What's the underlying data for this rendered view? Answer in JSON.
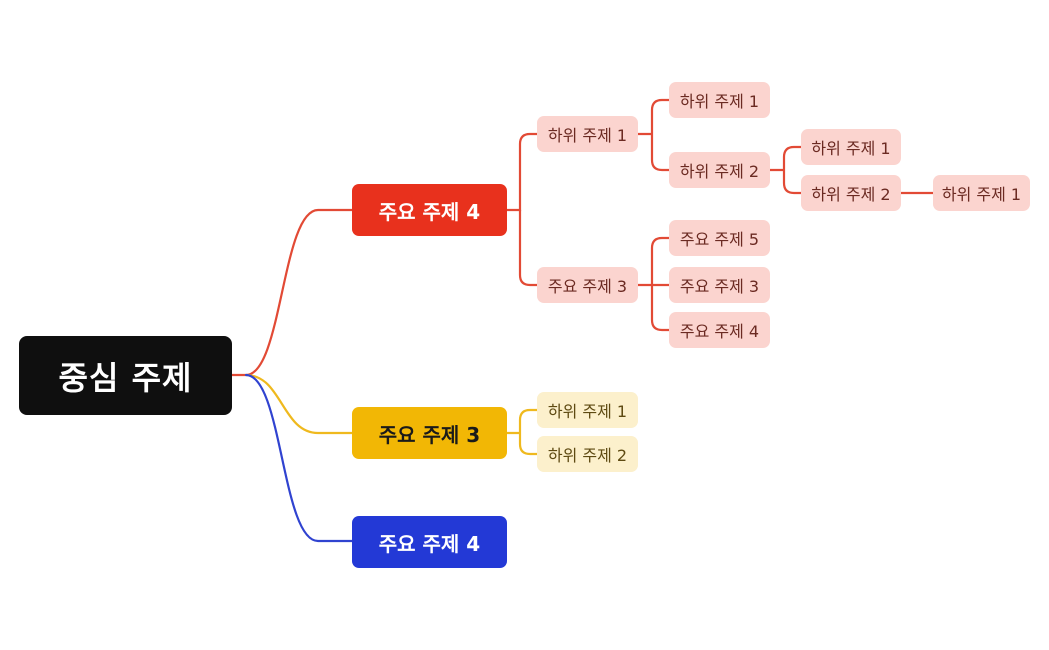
{
  "colors": {
    "background": "#ffffff",
    "central_bg": "#0f0f0f",
    "central_text": "#ffffff",
    "branch_red": "#e8311d",
    "branch_red_line": "#e24a35",
    "branch_yellow": "#f2b705",
    "branch_yellow_line": "#efb91e",
    "branch_blue": "#2339d6",
    "branch_blue_line": "#3043d0",
    "sub_red_bg": "#fbd4cf",
    "sub_red_text": "#6b2a22",
    "sub_yellow_bg": "#fcf0cc",
    "sub_yellow_text": "#5e4a12",
    "main_text_light": "#ffffff",
    "main_text_dark": "#1a1a1a"
  },
  "central": {
    "label": "중심 주제"
  },
  "main_topics": [
    {
      "id": "m1",
      "label": "주요 주제 4"
    },
    {
      "id": "m2",
      "label": "주요 주제 3"
    },
    {
      "id": "m3",
      "label": "주요 주제 4"
    }
  ],
  "sub_topics": [
    {
      "id": "s1",
      "label": "하위 주제 1"
    },
    {
      "id": "s1a",
      "label": "하위 주제 1"
    },
    {
      "id": "s1b",
      "label": "하위 주제 2"
    },
    {
      "id": "s1b1",
      "label": "하위 주제 1"
    },
    {
      "id": "s1b2",
      "label": "하위 주제 2"
    },
    {
      "id": "s1b2a",
      "label": "하위 주제 1"
    },
    {
      "id": "s2",
      "label": "주요 주제 3"
    },
    {
      "id": "s2a",
      "label": "주요 주제 5"
    },
    {
      "id": "s2b",
      "label": "주요 주제 3"
    },
    {
      "id": "s2c",
      "label": "주요 주제 4"
    },
    {
      "id": "y1",
      "label": "하위 주제 1"
    },
    {
      "id": "y2",
      "label": "하위 주제 2"
    }
  ]
}
